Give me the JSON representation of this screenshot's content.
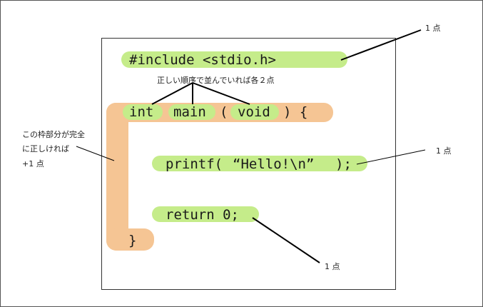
{
  "code": {
    "include_line": "#include <stdio.h>",
    "kw_int": "int",
    "kw_main": "main",
    "open_paren": "(",
    "kw_void": "void",
    "close_brace_open": ") {",
    "printf_prefix": "printf(",
    "string_literal": "“Hello!\\n”",
    "printf_suffix": ");",
    "return_line": "return 0;",
    "closing_brace": "}"
  },
  "annotations": {
    "include_score": "1 点",
    "order_rule": "正しい順序で並んでいれば各２点",
    "frame_rule_line1": "この枠部分が完全",
    "frame_rule_line2": "に正しければ",
    "frame_rule_line3": "+1 点",
    "printf_score": "1 点",
    "return_score": "1 点"
  },
  "colors": {
    "green_highlight": "#c5ec8a",
    "orange_frame": "#f5c594",
    "line": "#000000"
  }
}
